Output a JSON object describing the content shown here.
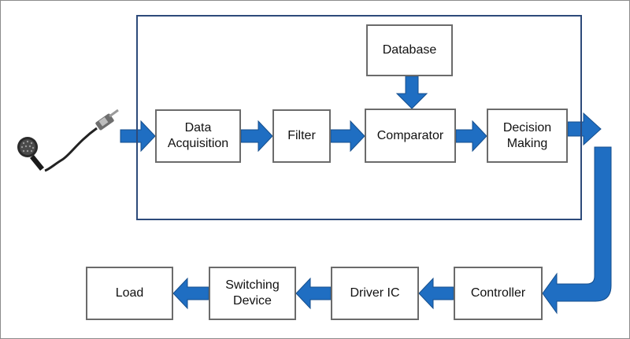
{
  "blocks": {
    "database": "Database",
    "data_acquisition": "Data\nAcquisition",
    "filter": "Filter",
    "comparator": "Comparator",
    "decision_making": "Decision\nMaking",
    "load": "Load",
    "switching_device": "Switching\nDevice",
    "driver_ic": "Driver IC",
    "controller": "Controller"
  },
  "icons": {
    "input_device": "microphone-icon"
  },
  "colors": {
    "arrow": "#1f6ec2",
    "arrow_edge": "#154e8c",
    "frame": "#2d4a7a",
    "box_border": "#6b6b6b"
  }
}
